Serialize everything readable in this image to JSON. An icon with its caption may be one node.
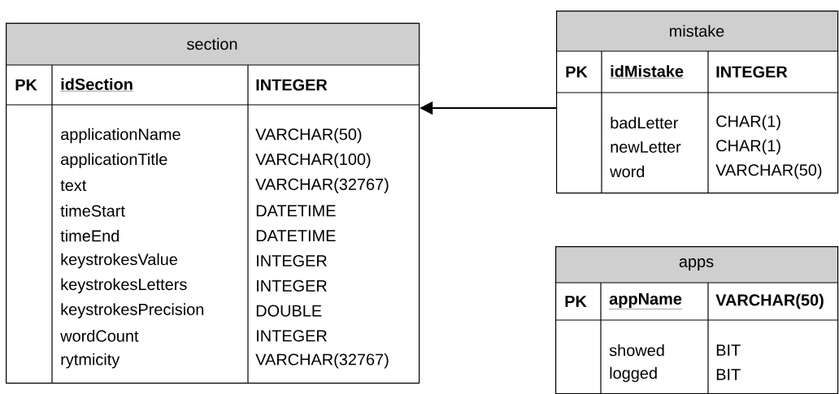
{
  "diagram": {
    "nodes": [
      {
        "text": [
          "section",
          "PK",
          "idSection",
          "INTEGER",
          "applicationName",
          "VARCHAR(50)",
          "applicationTitle",
          "VARCHAR(100)",
          "text",
          "VARCHAR(32767)",
          "timeStart",
          "DATETIME",
          "timeEnd",
          "DATETIME",
          "keystrokesValue",
          "INTEGER",
          "keystrokesLetters",
          "INTEGER",
          "keystrokesPrecision",
          "DOUBLE",
          "wordCount",
          "INTEGER",
          "rytmicity",
          "VARCHAR(32767)"
        ]
      },
      {
        "text": [
          "mistake",
          "PK",
          "idMistake",
          "INTEGER",
          "badLetter",
          "CHAR(1)",
          "newLetter",
          "CHAR(1)",
          "word",
          "VARCHAR(50)"
        ]
      },
      {
        "text": [
          "apps",
          "PK",
          "appName",
          "VARCHAR(50)",
          "showed",
          "BIT",
          "logged",
          "BIT"
        ]
      }
    ],
    "edges": [
      {
        "from": 1,
        "to": 0,
        "arrow": "to"
      }
    ]
  }
}
